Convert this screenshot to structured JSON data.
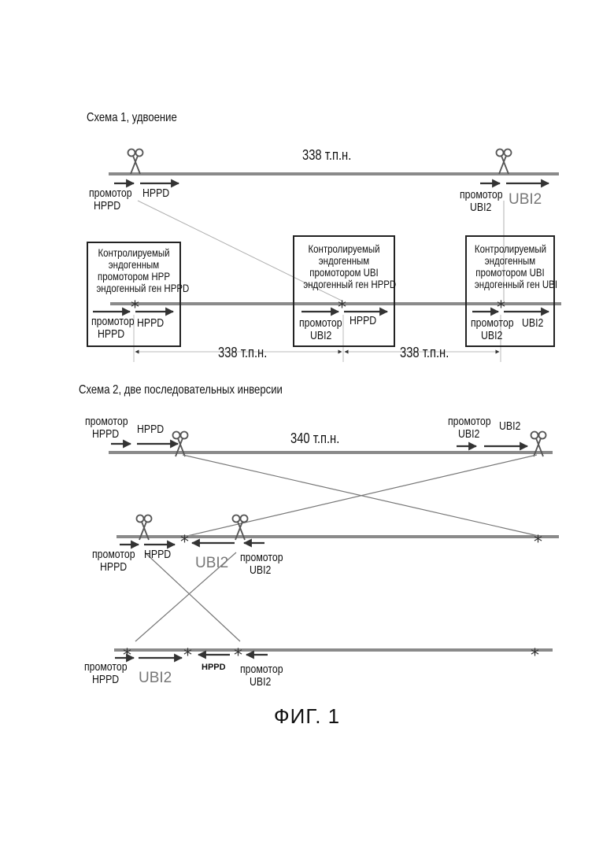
{
  "scheme1": {
    "title": "Схема 1, удвоение",
    "top_span": "338 т.п.н.",
    "promoter_hppd_1": "промотор",
    "promoter_hppd_2": "HPPD",
    "hppd": "HPPD",
    "promoter_ubi2_1": "промотор",
    "promoter_ubi2_2": "UBI2",
    "ubi2_gene": "UBI2",
    "box1": {
      "lines": [
        "Контролируемый",
        "эндогенным",
        "промотором HPP",
        "эндогенный ген HPPD"
      ],
      "promoter_1": "промотор",
      "promoter_2": "HPPD",
      "gene": "HPPD"
    },
    "box2": {
      "lines": [
        "Контролируемый",
        "эндогенным",
        "промотором UBI",
        "эндогенный ген HPPD"
      ],
      "promoter_1": "промотор",
      "promoter_2": "UBI2",
      "gene": "HPPD"
    },
    "box3": {
      "lines": [
        "Контролируемый",
        "эндогенным",
        "промотором UBI",
        "эндогенный ген UBI"
      ],
      "promoter_1": "промотор",
      "promoter_2": "UBI2",
      "gene": "UBI2"
    },
    "span_left": "338 т.п.н.",
    "span_right": "338 т.п.н."
  },
  "scheme2": {
    "title": "Схема 2, две последовательных инверсии",
    "row1": {
      "promoter_hppd_1": "промотор",
      "promoter_hppd_2": "HPPD",
      "hppd": "HPPD",
      "span": "340 т.п.н.",
      "promoter_ubi2_1": "промотор",
      "promoter_ubi2_2": "UBI2",
      "ubi2": "UBI2"
    },
    "row2": {
      "promoter_hppd_1": "промотор",
      "promoter_hppd_2": "HPPD",
      "hppd": "HPPD",
      "ubi2_gene": "UBI2",
      "promoter_ubi2_1": "промотор",
      "promoter_ubi2_2": "UBI2"
    },
    "row3": {
      "promoter_hppd_1": "промотор",
      "promoter_hppd_2": "HPPD",
      "ubi2_gene": "UBI2",
      "hppd": "HPPD",
      "promoter_ubi2_1": "промотор",
      "promoter_ubi2_2": "UBI2"
    }
  },
  "figure_title": "ФИГ. 1",
  "colors": {
    "chromosome": "#8a8a8a",
    "arrow": "#333333",
    "connector": "#9a9a9a",
    "grey_label": "#777777"
  },
  "icons": [
    "scissors-icon",
    "cut-site-asterisk-icon"
  ]
}
